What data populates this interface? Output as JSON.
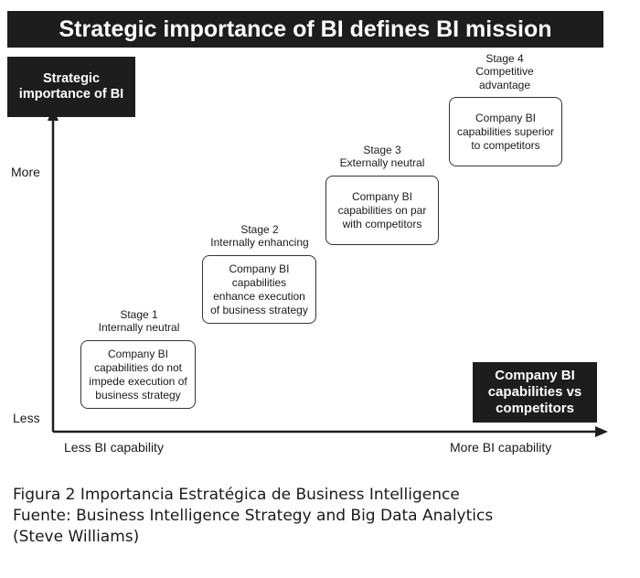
{
  "title": "Strategic importance of BI defines BI mission",
  "y_axis": {
    "label": "Strategic\nimportance of BI",
    "more": "More",
    "less": "Less"
  },
  "x_axis": {
    "label": "Company BI\ncapabilities vs\ncompetitors",
    "less": "Less BI capability",
    "more": "More BI capability"
  },
  "stages": [
    {
      "title": "Stage 1\nInternally neutral",
      "text": "Company BI\ncapabilities do not\nimpede execution of\nbusiness strategy"
    },
    {
      "title": "Stage 2\nInternally enhancing",
      "text": "Company BI\ncapabilities\nenhance execution\nof business strategy"
    },
    {
      "title": "Stage 3\nExternally neutral",
      "text": "Company BI\ncapabilities on par\nwith competitors"
    },
    {
      "title": "Stage 4\nCompetitive\nadvantage",
      "text": "Company BI\ncapabilities superior\nto competitors"
    }
  ],
  "caption": {
    "line1": "Figura 2 Importancia Estratégica de Business Intelligence",
    "line2": "Fuente: Business Intelligence Strategy and Big Data Analytics",
    "line3": "(Steve Williams)"
  }
}
